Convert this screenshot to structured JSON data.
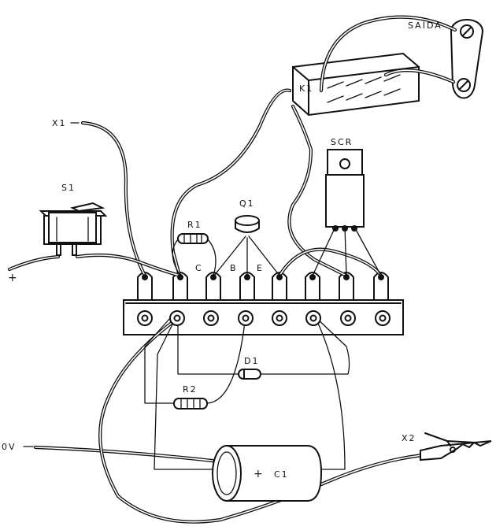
{
  "labels": {
    "saida": "SAÍDA",
    "k1": "K1",
    "x1": "X1",
    "s1": "S1",
    "plus": "+",
    "r1": "R1",
    "q1": "Q1",
    "c": "C",
    "b": "B",
    "e": "E",
    "scr": "SCR",
    "d1": "D1",
    "r2": "R2",
    "ov": "0V",
    "x2": "X2",
    "c1": "C1",
    "c1_plus": "+"
  },
  "icons": {
    "output_terminal": "screw-terminal-icon",
    "relay": "relay-icon",
    "switch": "rocker-switch-icon",
    "scr": "thyristor-icon",
    "clip": "alligator-clip-icon"
  }
}
